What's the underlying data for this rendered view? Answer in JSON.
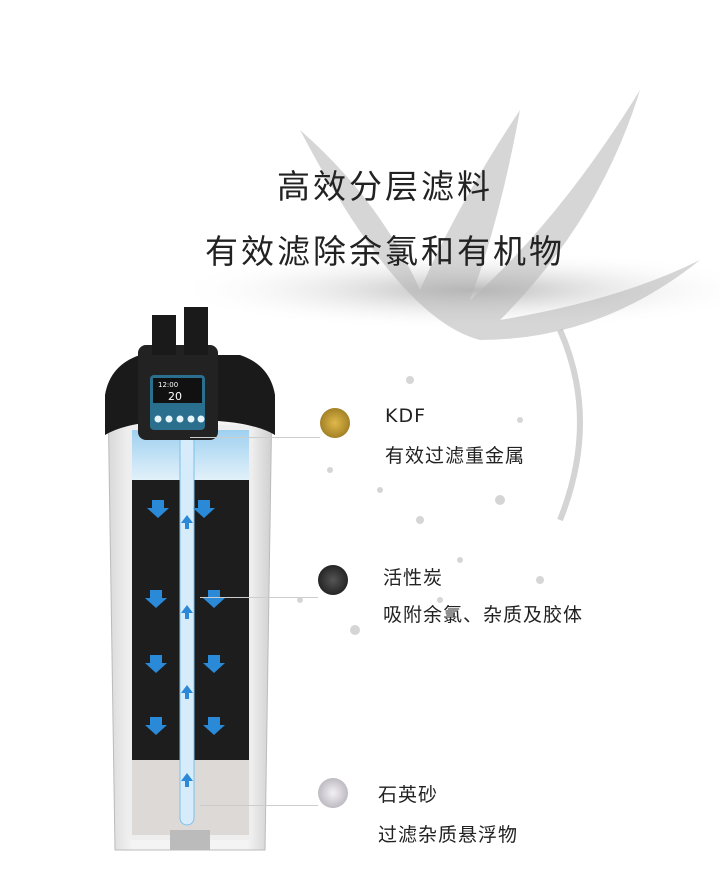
{
  "headline": {
    "line1": "高效分层滤料",
    "line2": "有效滤除余氯和有机物"
  },
  "device": {
    "display_time": "12:00",
    "display_value": "20"
  },
  "layers": [
    {
      "name": "KDF",
      "desc": "有效过滤重金属",
      "color": "#c9a13a"
    },
    {
      "name": "活性炭",
      "desc": "吸附余氯、杂质及胶体",
      "color": "#1e1e1e"
    },
    {
      "name": "石英砂",
      "desc": "过滤杂质悬浮物",
      "color": "#d8d4dc"
    }
  ]
}
